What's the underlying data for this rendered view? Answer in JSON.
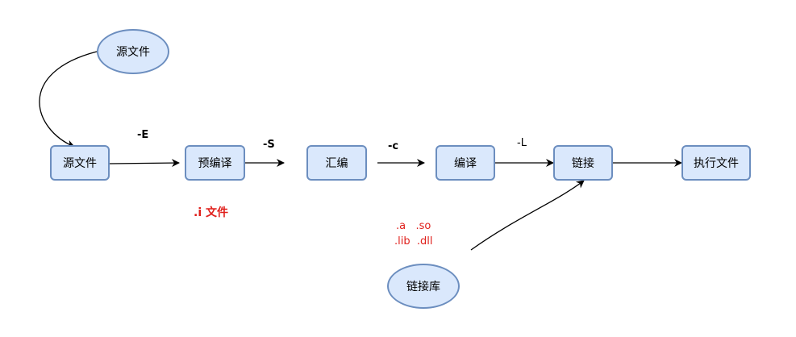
{
  "nodes": {
    "source_ellipse": "源文件",
    "source_file": "源文件",
    "precompile": "预编译",
    "assemble": "汇编",
    "compile": "编译",
    "link": "链接",
    "executable": "执行文件",
    "link_library": "链接库"
  },
  "edge_labels": {
    "e_flag": "-E",
    "s_flag": "-S",
    "c_flag": "-c",
    "l_flag": "-L"
  },
  "annotations": {
    "i_file": ".i 文件",
    "lib_types_row1": ".a   .so",
    "lib_types_row2": ".lib  .dll"
  },
  "colors": {
    "node_fill": "#dae8fc",
    "node_stroke": "#6c8ebf",
    "annotation_red": "#e0201c"
  }
}
